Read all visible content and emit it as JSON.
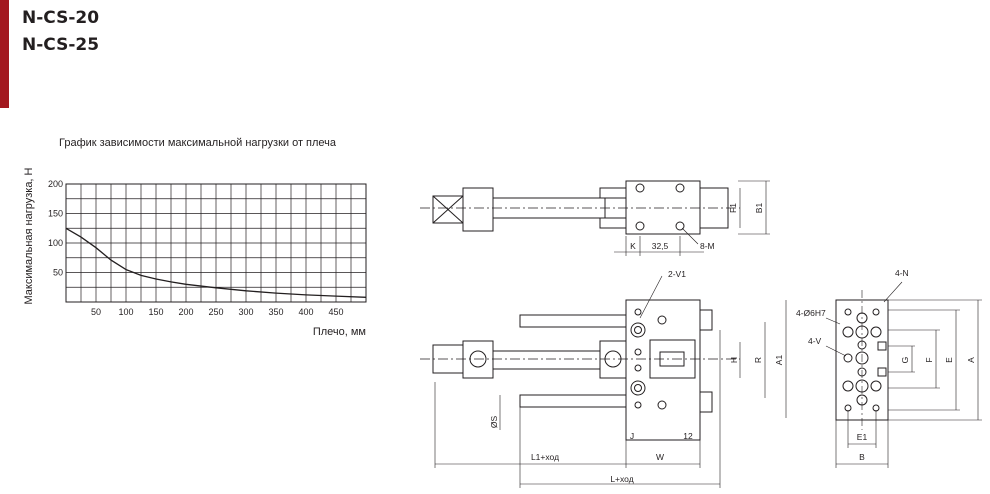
{
  "header": {
    "models": [
      "N-CS-20",
      "N-CS-25"
    ],
    "accent_color": "#a3181f"
  },
  "chart_data": {
    "type": "line",
    "title": "График зависимости максимальной нагрузки от плеча",
    "xlabel": "Плечо, мм",
    "ylabel": "Максимальная нагрузка, Н",
    "xlim": [
      0,
      500
    ],
    "ylim": [
      0,
      200
    ],
    "xticks": [
      50,
      100,
      150,
      200,
      250,
      300,
      350,
      400,
      450
    ],
    "yticks": [
      50,
      100,
      150,
      200
    ],
    "grid": true,
    "series": [
      {
        "x": [
          0,
          25,
          50,
          75,
          100,
          125,
          150,
          175,
          200,
          250,
          300,
          350,
          400,
          450,
          500
        ],
        "y": [
          125,
          110,
          92,
          71,
          55,
          45,
          39,
          34,
          30,
          24,
          19,
          15,
          12,
          10,
          8
        ]
      }
    ]
  },
  "drawing": {
    "labels": {
      "k": "K",
      "d325": "32,5",
      "m8": "8-M",
      "f1": "F1",
      "b1": "B1",
      "v1": "2-V1",
      "h": "H",
      "r": "R",
      "a1": "A1",
      "s": "ØS",
      "j": "J",
      "d12": "12",
      "w": "W",
      "l1": "L1+ход",
      "l": "L+ход",
      "n4": "4-N",
      "d6": "4-Ø6H7",
      "v4": "4-V",
      "g": "G",
      "f": "F",
      "e": "E",
      "a": "A",
      "e1": "E1",
      "b": "B"
    }
  }
}
